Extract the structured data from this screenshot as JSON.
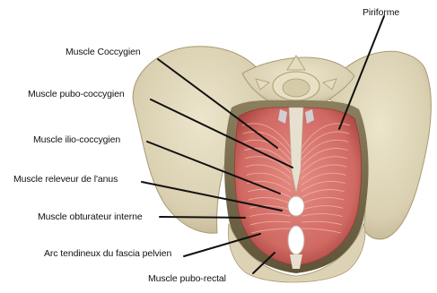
{
  "diagram": {
    "labels": {
      "piriforme": "Piriforme",
      "coccygien": "Muscle Coccygien",
      "pubo_coccygien": "Muscle pubo-coccygien",
      "ilio_coccygien": "Muscle ilio-coccygien",
      "releveur": "Muscle releveur de l'anus",
      "obturateur": "Muscle obturateur interne",
      "arc": "Arc tendineux du fascia pelvien",
      "pubo_rectal": "Muscle pubo-rectal"
    },
    "colors": {
      "bone": "#dcd2b4",
      "bone_shadow": "#b8ab87",
      "muscle": "#d8756f",
      "muscle_dark": "#b9504d",
      "fiber": "#f2b3a8",
      "leader_line": "#111111"
    }
  }
}
